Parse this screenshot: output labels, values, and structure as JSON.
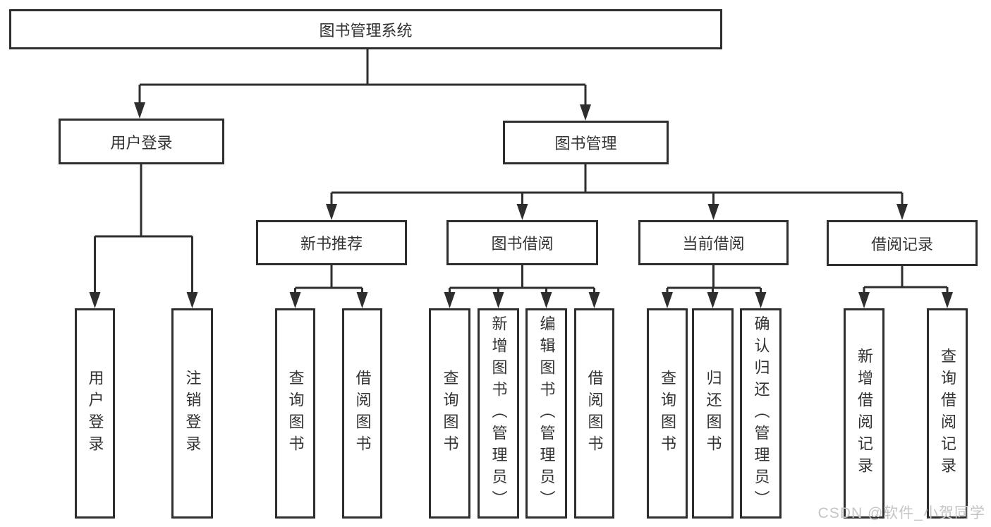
{
  "diagram_title": "图书管理系统",
  "tree": {
    "root": {
      "label": "图书管理系统"
    },
    "children": [
      {
        "label": "用户登录",
        "children": [
          {
            "label": "用户登录"
          },
          {
            "label": "注销登录"
          }
        ]
      },
      {
        "label": "图书管理",
        "children": [
          {
            "label": "新书推荐",
            "children": [
              {
                "label": "查询图书"
              },
              {
                "label": "借阅图书"
              }
            ]
          },
          {
            "label": "图书借阅",
            "children": [
              {
                "label": "查询图书"
              },
              {
                "label": "新增图书（管理员）"
              },
              {
                "label": "编辑图书（管理员）"
              },
              {
                "label": "借阅图书"
              }
            ]
          },
          {
            "label": "当前借阅",
            "children": [
              {
                "label": "查询图书"
              },
              {
                "label": "归还图书"
              },
              {
                "label": "确认归还（管理员）"
              }
            ]
          },
          {
            "label": "借阅记录",
            "children": [
              {
                "label": "新增借阅记录"
              },
              {
                "label": "查询借阅记录"
              }
            ]
          }
        ]
      }
    ]
  },
  "watermark": {
    "text": "CSDN @软件_小贺同学"
  },
  "colors": {
    "line": "#2e2e2e",
    "text": "#333333",
    "watermark": "#c5c5c5",
    "background": "#ffffff"
  }
}
